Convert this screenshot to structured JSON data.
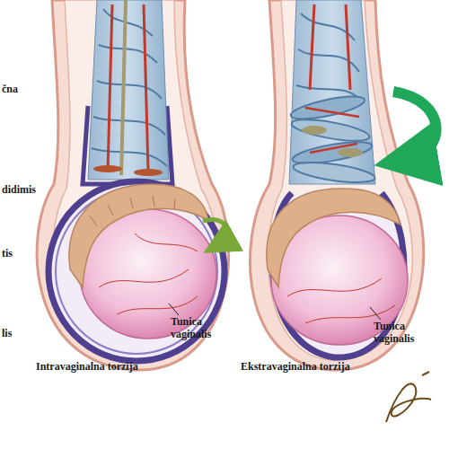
{
  "diagram": {
    "labels": [
      "čna",
      "didimis",
      "tis",
      "lis",
      "Tunica vaginalis",
      "Tunica vaginalis",
      "Intravaginalna torzija",
      "Ekstravaginalna torzija"
    ]
  }
}
